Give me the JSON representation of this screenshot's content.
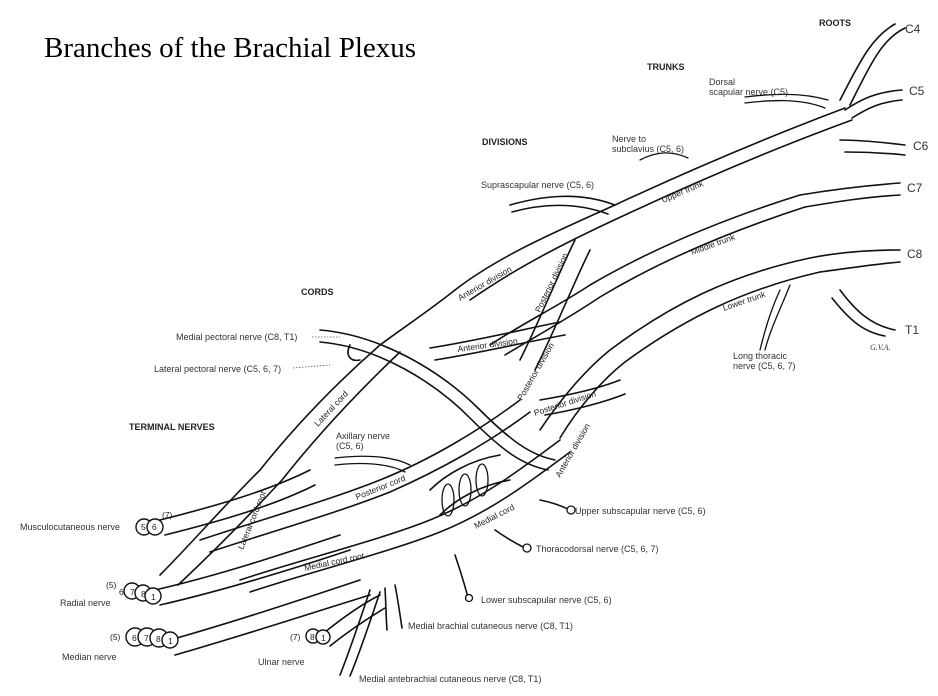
{
  "title": "Branches of the Brachial Plexus",
  "headers": {
    "roots": "ROOTS",
    "trunks": "TRUNKS",
    "divisions": "DIVISIONS",
    "cords": "CORDS",
    "terminal_nerves": "TERMINAL NERVES"
  },
  "roots": [
    "C4",
    "C5",
    "C6",
    "C7",
    "C8",
    "T1"
  ],
  "trunks": {
    "upper": "Upper trunk",
    "middle": "Middle trunk",
    "lower": "Lower trunk"
  },
  "divisions": {
    "anterior_upper": "Anterior division",
    "posterior_upper": "Posterior division",
    "anterior_middle": "Anterior division",
    "posterior_middle": "Posterior division",
    "posterior_lower": "Posterior division",
    "anterior_lower": "Anterior division"
  },
  "cords": {
    "lateral": "Lateral cord",
    "posterior": "Posterior cord",
    "medial": "Medial cord",
    "lateral_root": "Lateral cord root",
    "medial_root": "Medial cord root"
  },
  "branches": {
    "dorsal_scapular_1": "Dorsal",
    "dorsal_scapular_2": "scapular nerve (C5)",
    "subclavius_1": "Nerve to",
    "subclavius_2": "subclavius (C5, 6)",
    "suprascapular": "Suprascapular nerve (C5, 6)",
    "long_thoracic_1": "Long thoracic",
    "long_thoracic_2": "nerve (C5, 6, 7)",
    "medial_pectoral": "Medial pectoral nerve (C8, T1)",
    "lateral_pectoral": "Lateral pectoral nerve (C5, 6, 7)",
    "axillary_1": "Axillary nerve",
    "axillary_2": "(C5, 6)",
    "upper_subscapular": "Upper subscapular nerve (C5, 6)",
    "thoracodorsal": "Thoracodorsal nerve (C5, 6, 7)",
    "lower_subscapular": "Lower subscapular nerve (C5, 6)",
    "medial_brachial": "Medial brachial cutaneous nerve (C8, T1)",
    "medial_antebrachial": "Medial antebrachial cutaneous nerve (C8, T1)"
  },
  "terminal": {
    "musculocutaneous": "Musculocutaneous nerve",
    "radial": "Radial nerve",
    "median": "Median nerve",
    "ulnar": "Ulnar nerve"
  },
  "segments": {
    "musculocutaneous": [
      "5",
      "6",
      "(7)"
    ],
    "radial": [
      "(5)",
      "6",
      "7",
      "8",
      "1"
    ],
    "median": [
      "(5)",
      "6",
      "7",
      "8",
      "1"
    ],
    "ulnar": [
      "(7)",
      "8",
      "1"
    ]
  },
  "signature": "G.V.A."
}
